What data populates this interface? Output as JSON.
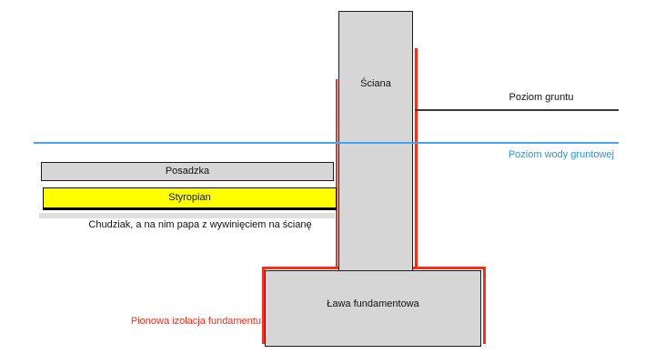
{
  "diagram": {
    "description": "Foundation cross-section diagram (Polish)",
    "labels": {
      "wall": "Ściana",
      "ground_level": "Poziom gruntu",
      "groundwater_level": "Poziom wody gruntowej",
      "floor": "Posadzka",
      "styrofoam": "Styropian",
      "lean_concrete": "Chudziak, a na nim papa z wywinięciem na ścianę",
      "footing": "Ława fundamentowa",
      "vertical_insulation": "Pionowa izolacja fundamentu"
    },
    "colors": {
      "element_fill": "#d6d6d6",
      "element_border": "#1c1c1c",
      "styrofoam_fill": "#ffff00",
      "insulation_red": "#fe2c17",
      "water_blue_line": "#46a4f6",
      "water_blue_text": "#2196f3",
      "ground_line": "#3a3a3a",
      "lean_concrete_fill": "#dfdfdf",
      "text_black": "#111111"
    }
  }
}
